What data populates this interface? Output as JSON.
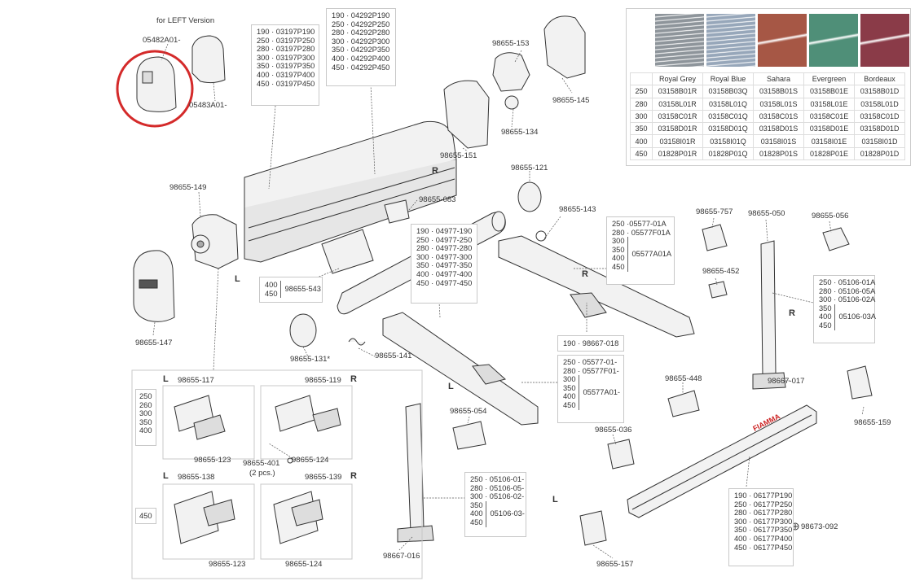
{
  "colors": {
    "line": "#555555",
    "callout": "#d42a2a",
    "part_fill": "#f2f2f2",
    "part_stroke": "#333333"
  },
  "header": {
    "left_version": "for LEFT Version"
  },
  "parts": {
    "p05482": "05482A01-",
    "p05483": "05483A01-",
    "p149": "98655-149",
    "p147": "98655-147",
    "p153": "98655-153",
    "p145": "98655-145",
    "p134": "98655-134",
    "p151": "98655-151",
    "p121": "98655-121",
    "p083": "98655-083",
    "p143": "98655-143",
    "p543": "98655-543",
    "p131": "98655-131*",
    "p141": "98655-141",
    "p757": "98655-757",
    "p050": "98655-050",
    "p056": "98655-056",
    "p452": "98655-452",
    "p448": "98655-448",
    "p036": "98655-036",
    "p054": "98655-054",
    "p016": "98667-016",
    "p017": "98667-017",
    "p159": "98655-159",
    "p157": "98655-157",
    "p092": "98673-092",
    "p117": "98655-117",
    "p119": "98655-119",
    "p123a": "98655-123",
    "p124a": "98655-124",
    "p401": "98655-401",
    "p401b": "(2 pcs.)",
    "p138": "98655-138",
    "p139": "98655-139",
    "p123b": "98655-123",
    "p124b": "98655-124",
    "p018": "190 · 98667-018",
    "brand": "FIAMMA"
  },
  "sides": {
    "L": "L",
    "R": "R"
  },
  "boxes": {
    "b03197": [
      "190 · 03197P190",
      "250 · 03197P250",
      "280 · 03197P280",
      "300 · 03197P300",
      "350 · 03197P350",
      "400 · 03197P400",
      "450 · 03197P450"
    ],
    "b04292": [
      "190 · 04292P190",
      "250 · 04292P250",
      "280 · 04292P280",
      "300 · 04292P300",
      "350 · 04292P350",
      "400 · 04292P400",
      "450 · 04292P450"
    ],
    "b04977": [
      "190 · 04977-190",
      "250 · 04977-250",
      "280 · 04977-280",
      "300 · 04977-300",
      "350 · 04977-350",
      "400 · 04977-400",
      "450 · 04977-450"
    ],
    "b05577a_top": [
      "250 ·05577-01A",
      "280 · 05577F01A"
    ],
    "b05577a_grp": [
      "300",
      "350",
      "400",
      "450"
    ],
    "b05577a_code": "05577A01A",
    "b05106a_top": [
      "250 · 05106-01A",
      "280 · 05106-05A",
      "300 · 05106-02A"
    ],
    "b05106a_grp": [
      "350",
      "400",
      "450"
    ],
    "b05106a_code": "05106-03A",
    "b05577_top": [
      "250 · 05577-01-",
      "280 · 05577F01-"
    ],
    "b05577_grp": [
      "300",
      "350",
      "400",
      "450"
    ],
    "b05577_code": "05577A01-",
    "b05106_top": [
      "250 · 05106-01-",
      "280 · 05106-05-",
      "300 · 05106-02-"
    ],
    "b05106_grp": [
      "350",
      "400",
      "450"
    ],
    "b05106_code": "05106-03-",
    "b543_grp": [
      "400",
      "450"
    ],
    "b543_code": "98655-543",
    "b06177": [
      "190 · 06177P190",
      "250 · 06177P250",
      "280 · 06177P280",
      "300 · 06177P300",
      "350 · 06177P350",
      "400 · 06177P400",
      "450 · 06177P450"
    ],
    "sizes_left": [
      "250",
      "260",
      "300",
      "350",
      "400"
    ],
    "size_450": "450"
  },
  "fabric": {
    "headers": [
      "Royal Grey",
      "Royal Blue",
      "Sahara",
      "Evergreen",
      "Bordeaux"
    ],
    "swatch_colors": [
      "#8e959b",
      "#97a7ba",
      "#a65745",
      "#4f8f78",
      "#8a3b48"
    ],
    "rows": [
      [
        "250",
        "03158B01R",
        "03158B03Q",
        "03158B01S",
        "03158B01E",
        "03158B01D"
      ],
      [
        "280",
        "03158L01R",
        "03158L01Q",
        "03158L01S",
        "03158L01E",
        "03158L01D"
      ],
      [
        "300",
        "03158C01R",
        "03158C01Q",
        "03158C01S",
        "03158C01E",
        "03158C01D"
      ],
      [
        "350",
        "03158D01R",
        "03158D01Q",
        "03158D01S",
        "03158D01E",
        "03158D01D"
      ],
      [
        "400",
        "03158I01R",
        "03158I01Q",
        "03158I01S",
        "03158I01E",
        "03158I01D"
      ],
      [
        "450",
        "01828P01R",
        "01828P01Q",
        "01828P01S",
        "01828P01E",
        "01828P01D"
      ]
    ]
  }
}
